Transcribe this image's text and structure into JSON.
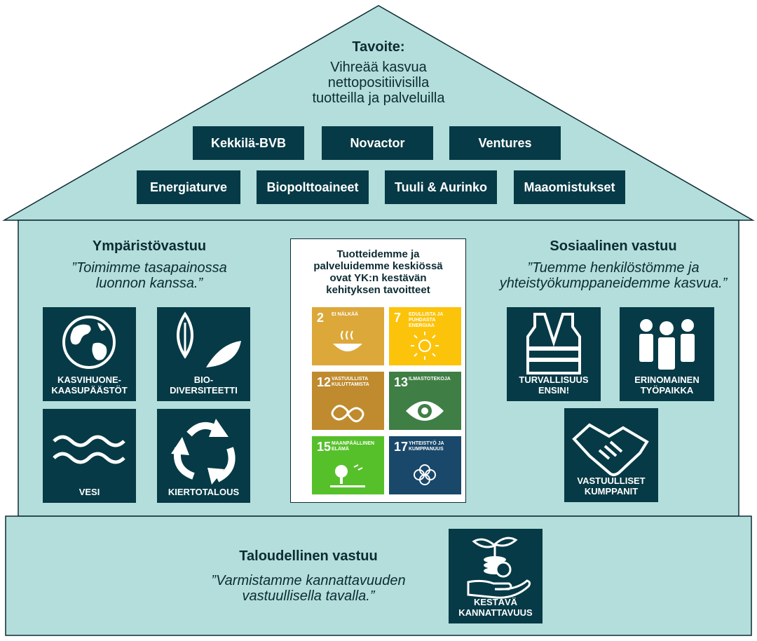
{
  "goal": {
    "title": "Tavoite:",
    "line1": "Vihreää kasvua",
    "line2": "nettopositiivisilla",
    "line3": "tuotteilla ja palveluilla"
  },
  "businesses": [
    "Kekkilä-BVB",
    "Novactor",
    "Ventures",
    "Energiaturve",
    "Biopolttoaineet",
    "Tuuli & Aurinko",
    "Maaomistukset"
  ],
  "environment": {
    "title": "Ympäristövastuu",
    "quote1": "”Toimimme tasapainossa",
    "quote2": "luonnon kanssa.”",
    "tiles": [
      {
        "line1": "KASVIHUONE-",
        "line2": "KAASUPÄÄSTÖT",
        "icon": "globe-icon"
      },
      {
        "line1": "BIO-",
        "line2": "DIVERSITEETTI",
        "icon": "leaves-icon"
      },
      {
        "line1": "VESI",
        "line2": "",
        "icon": "waves-icon"
      },
      {
        "line1": "KIERTOTALOUS",
        "line2": "",
        "icon": "recycle-icon"
      }
    ]
  },
  "sdg": {
    "title1": "Tuotteidemme ja",
    "title2": "palveluidemme keskiössä",
    "title3": "ovat YK:n kestävän",
    "title4": "kehityksen tavoitteet",
    "goals": [
      {
        "num": "2",
        "label": "EI NÄLKÄÄ",
        "color": "#dda83a",
        "icon": "bowl-icon"
      },
      {
        "num": "7",
        "label": "EDULLISTA JA PUHDASTA ENERGIAA",
        "color": "#fcc30b",
        "icon": "sun-icon"
      },
      {
        "num": "12",
        "label": "VASTUULLISTA KULUTTAMISTA",
        "color": "#bf8b2e",
        "icon": "infinity-icon"
      },
      {
        "num": "13",
        "label": "ILMASTOTEKOJA",
        "color": "#3f7e44",
        "icon": "eye-globe-icon"
      },
      {
        "num": "15",
        "label": "MAANPÄÄLLINEN ELÄMÄ",
        "color": "#56c02b",
        "icon": "tree-icon"
      },
      {
        "num": "17",
        "label": "YHTEISTYÖ JA KUMPPANUUS",
        "color": "#19486a",
        "icon": "flower-icon"
      }
    ]
  },
  "social": {
    "title": "Sosiaalinen vastuu",
    "quote1": "”Tuemme henkilöstömme ja",
    "quote2": "yhteistyökumppaneidemme kasvua.”",
    "tiles": [
      {
        "line1": "TURVALLISUUS",
        "line2": "ENSIN!",
        "icon": "vest-icon"
      },
      {
        "line1": "ERINOMAINEN",
        "line2": "TYÖPAIKKA",
        "icon": "people-icon"
      },
      {
        "line1": "VASTUULLISET",
        "line2": "KUMPPANIT",
        "icon": "handshake-icon"
      }
    ]
  },
  "economic": {
    "title": "Taloudellinen vastuu",
    "quote1": "”Varmistamme kannattavuuden",
    "quote2": "vastuullisella tavalla.”",
    "tile": {
      "line1": "KESTÄVÄ",
      "line2": "KANNATTAVUUS",
      "icon": "coins-sprout-icon"
    }
  },
  "colors": {
    "house": "#b3dedb",
    "dark": "#063a46",
    "outline": "#0c2b33"
  }
}
